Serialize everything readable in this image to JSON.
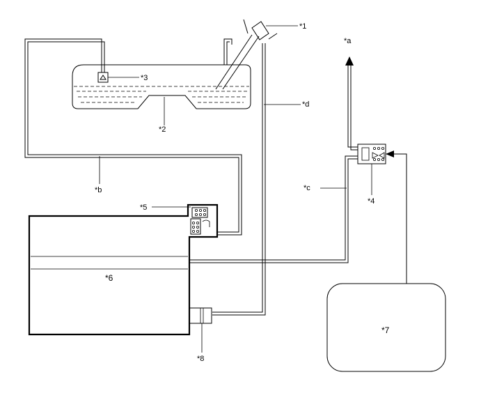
{
  "callouts": {
    "c1": "*1",
    "c2": "*2",
    "c3": "*3",
    "c4": "*4",
    "c5": "*5",
    "c6": "*6",
    "c7": "*7",
    "c8": "*8",
    "ca": "*a",
    "cb": "*b",
    "cc": "*c",
    "cd": "*d"
  }
}
